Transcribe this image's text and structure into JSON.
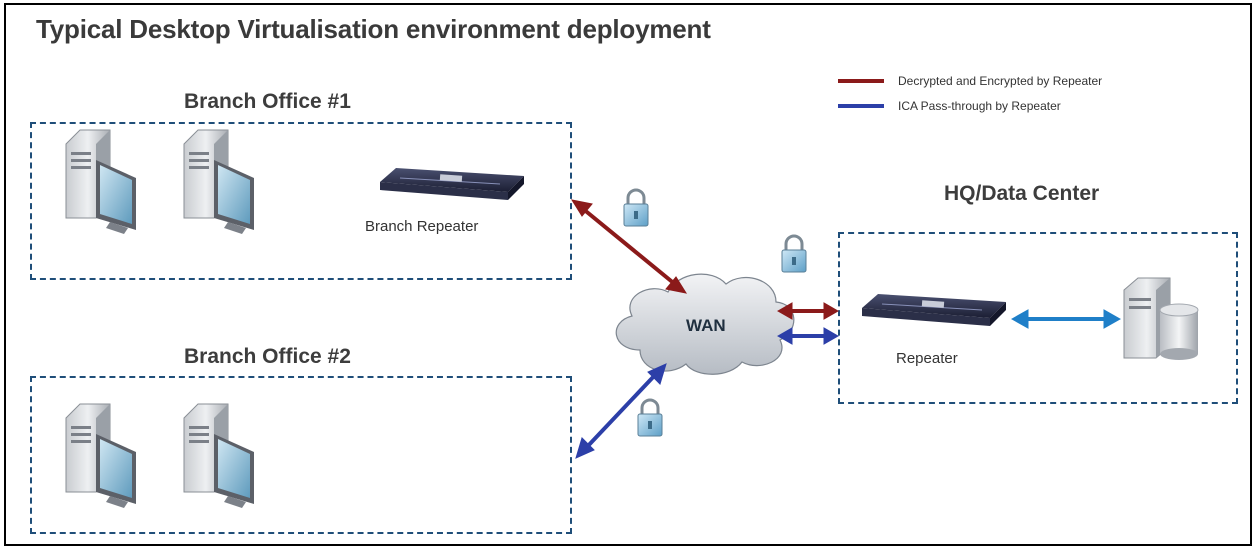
{
  "title": "Typical Desktop Virtualisation environment deployment",
  "legend": {
    "items": [
      {
        "label": "Decrypted and Encrypted by Repeater",
        "color": "#8b1a1a"
      },
      {
        "label": "ICA Pass-through by Repeater",
        "color": "#2c3fa8"
      }
    ]
  },
  "branch1": {
    "title": "Branch Office #1",
    "repeater_label": "Branch Repeater"
  },
  "branch2": {
    "title": "Branch Office #2"
  },
  "wan": {
    "label": "WAN"
  },
  "hq": {
    "title": "HQ/Data Center",
    "repeater_label": "Repeater"
  },
  "colors": {
    "encrypted_link": "#8b1a1a",
    "passthrough_link": "#2c3fa8",
    "datacenter_link": "#1f7fc8",
    "box_border": "#1f4e79"
  }
}
